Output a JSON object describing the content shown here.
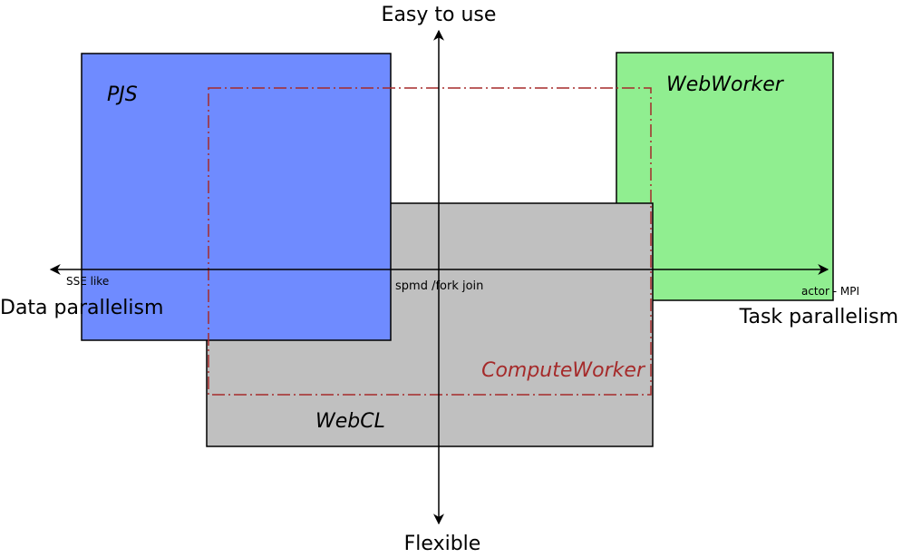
{
  "axes": {
    "top": "Easy to use",
    "bottom": "Flexible",
    "left": "Data parallelism",
    "right": "Task parallelism"
  },
  "axis_points": {
    "left": "SSE like",
    "center": "spmd /fork join",
    "right": "actor - MPI"
  },
  "regions": {
    "pjs": "PJS",
    "webworker": "WebWorker",
    "webcl": "WebCL",
    "computeworker": "ComputeWorker"
  },
  "colors": {
    "pjs": "#6f8bff",
    "webworker": "#90ee90",
    "webcl": "#c0c0c0",
    "computeworker": "#a52a2a",
    "stroke": "#000000"
  }
}
